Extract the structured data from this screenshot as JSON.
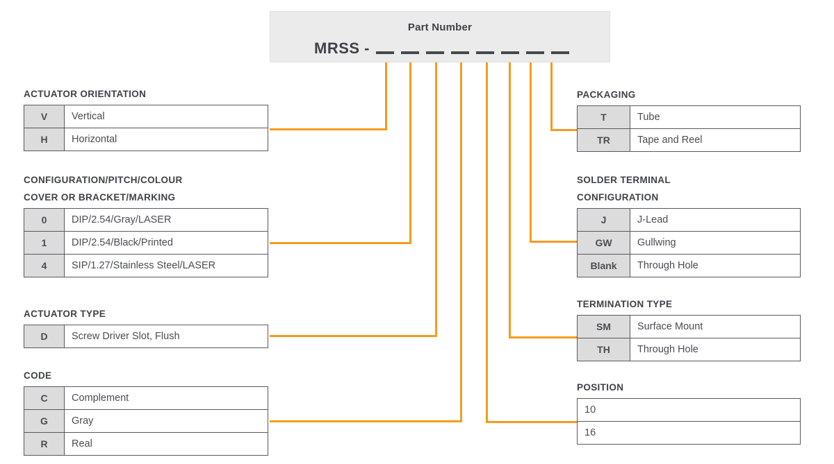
{
  "accent_color": "#f59b20",
  "header": {
    "title": "Part Number",
    "prefix": "MRSS -",
    "blank_count": 8
  },
  "sections": [
    {
      "id": "actuator-orientation",
      "title": "ACTUATOR ORIENTATION",
      "side": "left",
      "has_code_column": true,
      "rows": [
        {
          "code": "V",
          "desc": "Vertical"
        },
        {
          "code": "H",
          "desc": "Horizontal"
        }
      ]
    },
    {
      "id": "configuration",
      "title": "CONFIGURATION/PITCH/COLOUR\nCOVER OR BRACKET/MARKING",
      "side": "left",
      "has_code_column": true,
      "rows": [
        {
          "code": "0",
          "desc": "DIP/2.54/Gray/LASER"
        },
        {
          "code": "1",
          "desc": "DIP/2.54/Black/Printed"
        },
        {
          "code": "4",
          "desc": "SIP/1.27/Stainless Steel/LASER"
        }
      ]
    },
    {
      "id": "actuator-type",
      "title": "ACTUATOR TYPE",
      "side": "left",
      "has_code_column": true,
      "rows": [
        {
          "code": "D",
          "desc": "Screw Driver Slot, Flush"
        }
      ]
    },
    {
      "id": "code",
      "title": "CODE",
      "side": "left",
      "has_code_column": true,
      "rows": [
        {
          "code": "C",
          "desc": "Complement"
        },
        {
          "code": "G",
          "desc": "Gray"
        },
        {
          "code": "R",
          "desc": "Real"
        }
      ]
    },
    {
      "id": "packaging",
      "title": "PACKAGING",
      "side": "right",
      "has_code_column": true,
      "rows": [
        {
          "code": "T",
          "desc": "Tube"
        },
        {
          "code": "TR",
          "desc": "Tape and Reel"
        }
      ]
    },
    {
      "id": "solder-terminal-configuration",
      "title": "SOLDER TERMINAL\nCONFIGURATION",
      "side": "right",
      "has_code_column": true,
      "rows": [
        {
          "code": "J",
          "desc": "J-Lead"
        },
        {
          "code": "GW",
          "desc": "Gullwing"
        },
        {
          "code": "Blank",
          "desc": "Through Hole"
        }
      ]
    },
    {
      "id": "termination-type",
      "title": "TERMINATION TYPE",
      "side": "right",
      "has_code_column": true,
      "rows": [
        {
          "code": "SM",
          "desc": "Surface Mount"
        },
        {
          "code": "TH",
          "desc": "Through Hole"
        }
      ]
    },
    {
      "id": "position",
      "title": "POSITION",
      "side": "right",
      "has_code_column": false,
      "rows": [
        {
          "code": "",
          "desc": "10"
        },
        {
          "code": "",
          "desc": "16"
        }
      ]
    }
  ]
}
